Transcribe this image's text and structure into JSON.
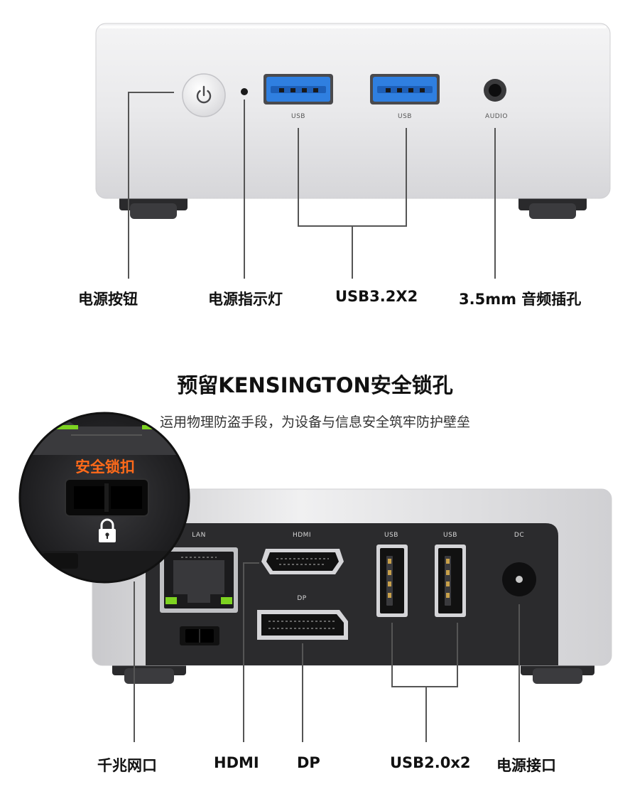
{
  "front_ports": {
    "usb_left": "USB",
    "usb_right": "USB",
    "audio": "AUDIO"
  },
  "front_callouts": {
    "power_button": "电源按钮",
    "power_indicator": "电源指示灯",
    "usb": "USB3.2X2",
    "audio": "3.5mm 音频插孔"
  },
  "kensington": {
    "title": "预留KENSINGTON安全锁孔",
    "subtitle": "运用物理防盗手段，为设备与信息安全筑牢防护壁垒",
    "lock_label": "安全锁扣"
  },
  "back_ports": {
    "lan": "LAN",
    "hdmi": "HDMI",
    "dp": "DP",
    "usb_left": "USB",
    "usb_right": "USB",
    "dc": "DC"
  },
  "back_callouts": {
    "lan": "千兆网口",
    "hdmi": "HDMI",
    "dp": "DP",
    "usb": "USB2.0x2",
    "dc": "电源接口"
  },
  "colors": {
    "usb3_blue": "#2f7fe0",
    "lock_orange": "#ff6a1a",
    "led_green": "#7dd321",
    "panel_dark": "#2b2b2d"
  },
  "icons": [
    "power-icon",
    "padlock-icon"
  ]
}
